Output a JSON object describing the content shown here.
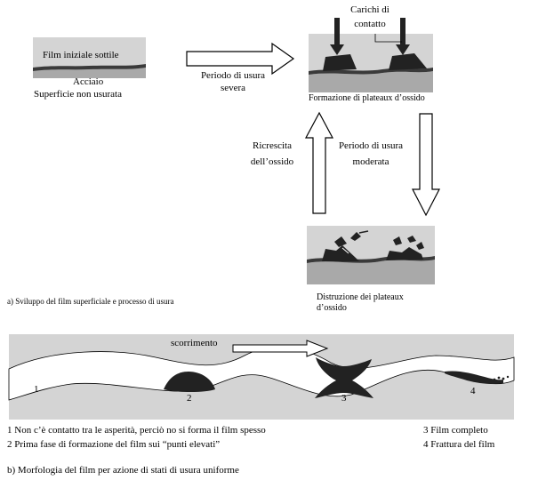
{
  "panel_a": {
    "initial": {
      "film_label": "Film iniziale sottile",
      "steel_label": "Acciaio",
      "caption": "Superficie non usurata"
    },
    "severe_arrow_label_line1": "Periodo di usura",
    "severe_arrow_label_line2": "severa",
    "loads_label_line1": "Carichi di",
    "loads_label_line2": "contatto",
    "plateaux_caption": "Formazione di plateaux d’ossido",
    "regrowth_label_line1": "Ricrescita",
    "regrowth_label_line2": "dell’ossido",
    "moderate_label_line1": "Periodo di usura",
    "moderate_label_line2": "moderata",
    "destruction_caption_line1": "Distruzione dei plateaux",
    "destruction_caption_line2": "d’ossido",
    "section_caption": "a) Sviluppo del film superficiale e processo di usura"
  },
  "panel_b": {
    "sliding_label": "scorrimento",
    "stage_numbers": [
      "1",
      "2",
      "3",
      "4"
    ],
    "legend": [
      "1 Non c’è contatto tra le asperità, perciò no si forma il film spesso",
      "2 Prima fase di formazione del film sui “punti elevati”",
      "3 Film completo",
      "4 Frattura del film"
    ],
    "section_caption": "b) Morfologia del film per azione di stati di usura uniforme"
  },
  "colors": {
    "sky": "#d4d4d4",
    "steel": "#a9a9a9",
    "film": "#3a3a3a",
    "oxide": "#222222",
    "outline": "#000000"
  }
}
